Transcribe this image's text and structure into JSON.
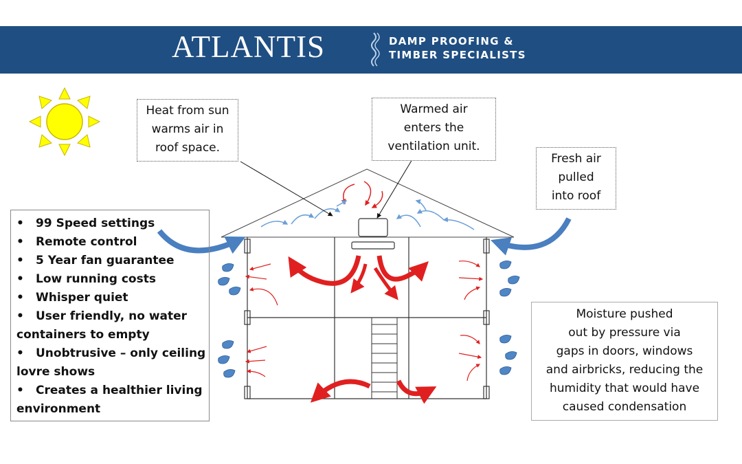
{
  "header": {
    "brand": "ATLANTIS",
    "tagline_line1": "DAMP PROOFING &",
    "tagline_line2": "TIMBER SPECIALISTS",
    "background_color": "#1f4e82"
  },
  "callouts": {
    "sun_heat": [
      "Heat from sun",
      "warms air in",
      "roof space."
    ],
    "warmed_air": [
      "Warmed air",
      "enters the",
      "ventilation unit."
    ],
    "fresh_air": [
      "Fresh air",
      "pulled",
      "into roof"
    ],
    "moisture": [
      "Moisture pushed",
      "out by pressure via",
      "gaps in doors, windows",
      "and airbricks, reducing the",
      "humidity that would have",
      "caused condensation"
    ]
  },
  "features": [
    {
      "bullet": "•",
      "text": "99 Speed settings"
    },
    {
      "bullet": "•",
      "text": "Remote control"
    },
    {
      "bullet": "•",
      "text": "5 Year fan guarantee"
    },
    {
      "bullet": "•",
      "text": "Low running costs"
    },
    {
      "bullet": "•",
      "text": "Whisper quiet"
    },
    {
      "bullet": "•",
      "text": "User friendly, no water",
      "continuation": "containers to empty"
    },
    {
      "bullet": "•",
      "text": "Unobtrusive – only ceiling",
      "continuation": "lovre shows"
    },
    {
      "bullet": "•",
      "text": "Creates a healthier living",
      "continuation": "environment"
    }
  ],
  "colors": {
    "warm_arrow": "#e02020",
    "cool_arrow": "#6a9fd8",
    "sun": "#ffff00",
    "droplet": "#4f86c6"
  },
  "icons": {
    "sun": "sun-icon",
    "droplet": "water-droplet-icon",
    "unit": "ventilation-unit-icon"
  }
}
